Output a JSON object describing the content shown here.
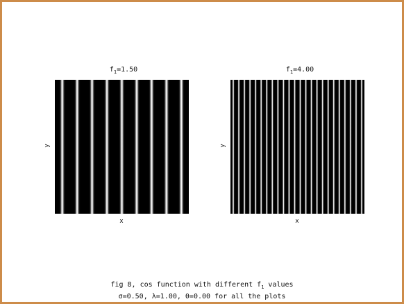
{
  "chart_data": [
    {
      "type": "heatmap",
      "function": "cos",
      "title_var": "f",
      "title_sub": "1",
      "title_value": "1.50",
      "f1": 1.5,
      "xlabel": "x",
      "ylabel": "y",
      "stripes_across": 9,
      "colors": {
        "low": "#000000",
        "high": "#ffffff"
      }
    },
    {
      "type": "heatmap",
      "function": "cos",
      "title_var": "f",
      "title_sub": "1",
      "title_value": "4.00",
      "f1": 4.0,
      "xlabel": "x",
      "ylabel": "y",
      "stripes_across": 24,
      "colors": {
        "low": "#000000",
        "high": "#ffffff"
      }
    }
  ],
  "caption": {
    "line1_prefix": "fig 8,  cos function with different f",
    "line1_sub": "1",
    "line1_suffix": " values",
    "line2": "σ=0.50, λ=1.00, θ=0.00 for all the plots"
  },
  "frame_color": "#cd8c4a"
}
